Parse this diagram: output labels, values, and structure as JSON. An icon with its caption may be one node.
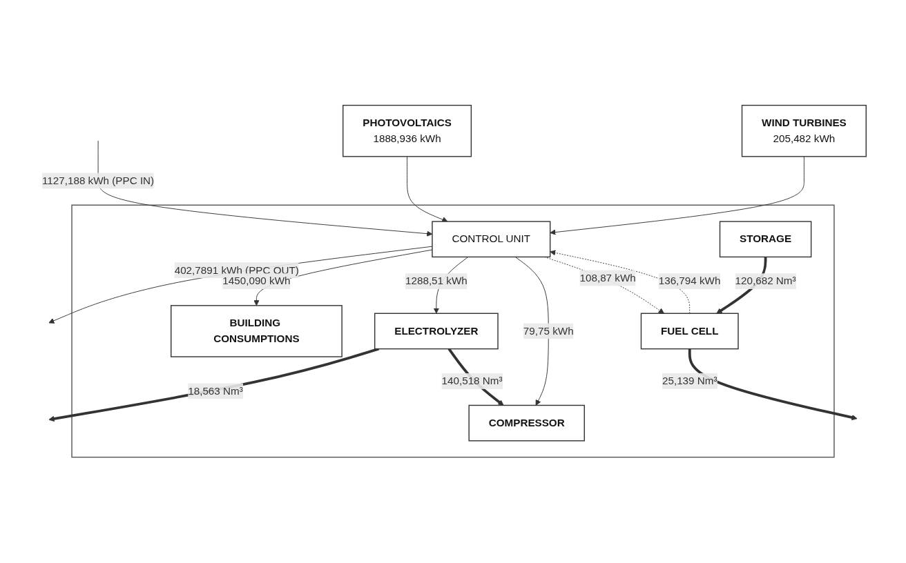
{
  "diagram": {
    "nodes": [
      {
        "text": [],
        "shape": "box"
      },
      {
        "text": [
          "CONTROL UNIT"
        ],
        "in": 0
      },
      {
        "text": [
          "BUILDING CONSUMPTIONS"
        ],
        "in": 0
      },
      {
        "text": [
          "ELECTROLYZER"
        ],
        "in": 0
      },
      {
        "text": [
          "COMPRESSOR"
        ],
        "in": 0
      },
      {
        "text": [
          "FUEL CELL"
        ],
        "in": 0
      },
      {
        "text": [
          "STORAGE"
        ],
        "in": 0
      },
      {
        "text": [
          "PHOTOVOLTAICS",
          "1888,936 kWh"
        ]
      },
      {
        "text": [
          "WIND TURBINES",
          "205,482 kWh"
        ]
      }
    ],
    "edges": [
      {
        "from": null,
        "to": 1,
        "arrow": "to",
        "label": "1127,188 kWh (PPC IN)"
      },
      {
        "from": 1,
        "to": null,
        "arrow": "to",
        "label": "402,7891 kWh (PPC OUT)"
      },
      {
        "from": 1,
        "to": 2,
        "arrow": "to",
        "label": "1450,090 kWh"
      },
      {
        "from": 1,
        "to": 3,
        "arrow": "to",
        "label": "1288,51 kWh"
      },
      {
        "from": 1,
        "to": 4,
        "arrow": "to",
        "label": "79,75 kWh"
      },
      {
        "from": 5,
        "to": 1,
        "arrow": "to",
        "label": "136,794 kWh",
        "style": "dashed"
      },
      {
        "from": 1,
        "to": 5,
        "arrow": "to",
        "label": "108,87 kWh",
        "style": "dashed"
      },
      {
        "from": 7,
        "to": 1,
        "arrow": "to"
      },
      {
        "from": 8,
        "to": 1,
        "arrow": "to"
      },
      {
        "from": 3,
        "to": null,
        "arrow": "to",
        "label": "18,563 Nm³",
        "style": "thick"
      },
      {
        "from": 3,
        "to": 4,
        "arrow": "to",
        "label": "140,518 Nm³",
        "style": "thick"
      },
      {
        "from": 6,
        "to": 5,
        "arrow": "to",
        "label": "120,682 Nm³",
        "style": "thick"
      },
      {
        "from": 5,
        "to": null,
        "arrow": "to",
        "label": "25,139 Nm³",
        "style": "thick"
      }
    ]
  }
}
